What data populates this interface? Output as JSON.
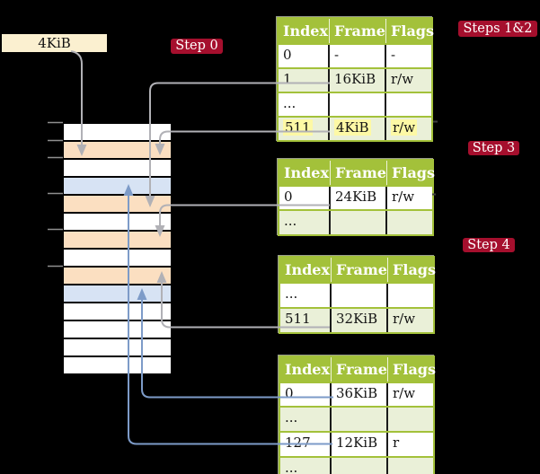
{
  "palette": {
    "badge_red": "#a50f2d",
    "table_header_green": "#a3c13a",
    "table_row_green": "#eaf0d8",
    "highlight_yellow": "#fdf9a5",
    "frame_orange": "#fbdfc1",
    "frame_blue": "#d7e3f4",
    "label_cream": "#fbf0d0",
    "connector_gray": "#b1b1b6",
    "connector_blue": "#7d9bc8"
  },
  "labels": {
    "frame_size": "4KiB"
  },
  "badges": {
    "step0": "Step 0",
    "steps12": "Steps 1&2",
    "step3": "Step 3",
    "step4": "Step 4"
  },
  "tables": {
    "columns": [
      "Index",
      "Frame",
      "Flags"
    ],
    "t1": {
      "rows": [
        [
          "0",
          "-",
          "-"
        ],
        [
          "1",
          "16KiB",
          "r/w"
        ],
        [
          "...",
          "",
          ""
        ],
        [
          "511",
          "4KiB",
          "r/w"
        ]
      ]
    },
    "t2": {
      "rows": [
        [
          "0",
          "24KiB",
          "r/w"
        ],
        [
          "...",
          "",
          ""
        ]
      ]
    },
    "t3": {
      "rows": [
        [
          "...",
          "",
          ""
        ],
        [
          "511",
          "32KiB",
          "r/w"
        ]
      ]
    },
    "t4": {
      "rows": [
        [
          "0",
          "36KiB",
          "r/w"
        ],
        [
          "...",
          "",
          ""
        ],
        [
          "127",
          "12KiB",
          "r"
        ],
        [
          "...",
          "",
          ""
        ]
      ]
    }
  },
  "memory": {
    "rows": [
      "white",
      "orange",
      "white",
      "blue",
      "orange",
      "white",
      "orange",
      "white",
      "orange",
      "blue",
      "white",
      "white",
      "white",
      "white"
    ]
  },
  "connections": [
    {
      "from": "frame-size-label",
      "to": "memory-row-2",
      "color": "gray"
    },
    {
      "from": "t1-row-1",
      "to": "memory-row-5",
      "color": "gray"
    },
    {
      "from": "t1-row-511",
      "to": "memory-row-2",
      "color": "gray"
    },
    {
      "from": "t2-row-0",
      "to": "memory-row-7",
      "color": "gray"
    },
    {
      "from": "t3-row-511",
      "to": "memory-row-9",
      "color": "gray"
    },
    {
      "from": "t4-row-0",
      "to": "memory-row-10",
      "color": "blue"
    },
    {
      "from": "t4-row-127",
      "to": "memory-row-4",
      "color": "blue"
    }
  ]
}
